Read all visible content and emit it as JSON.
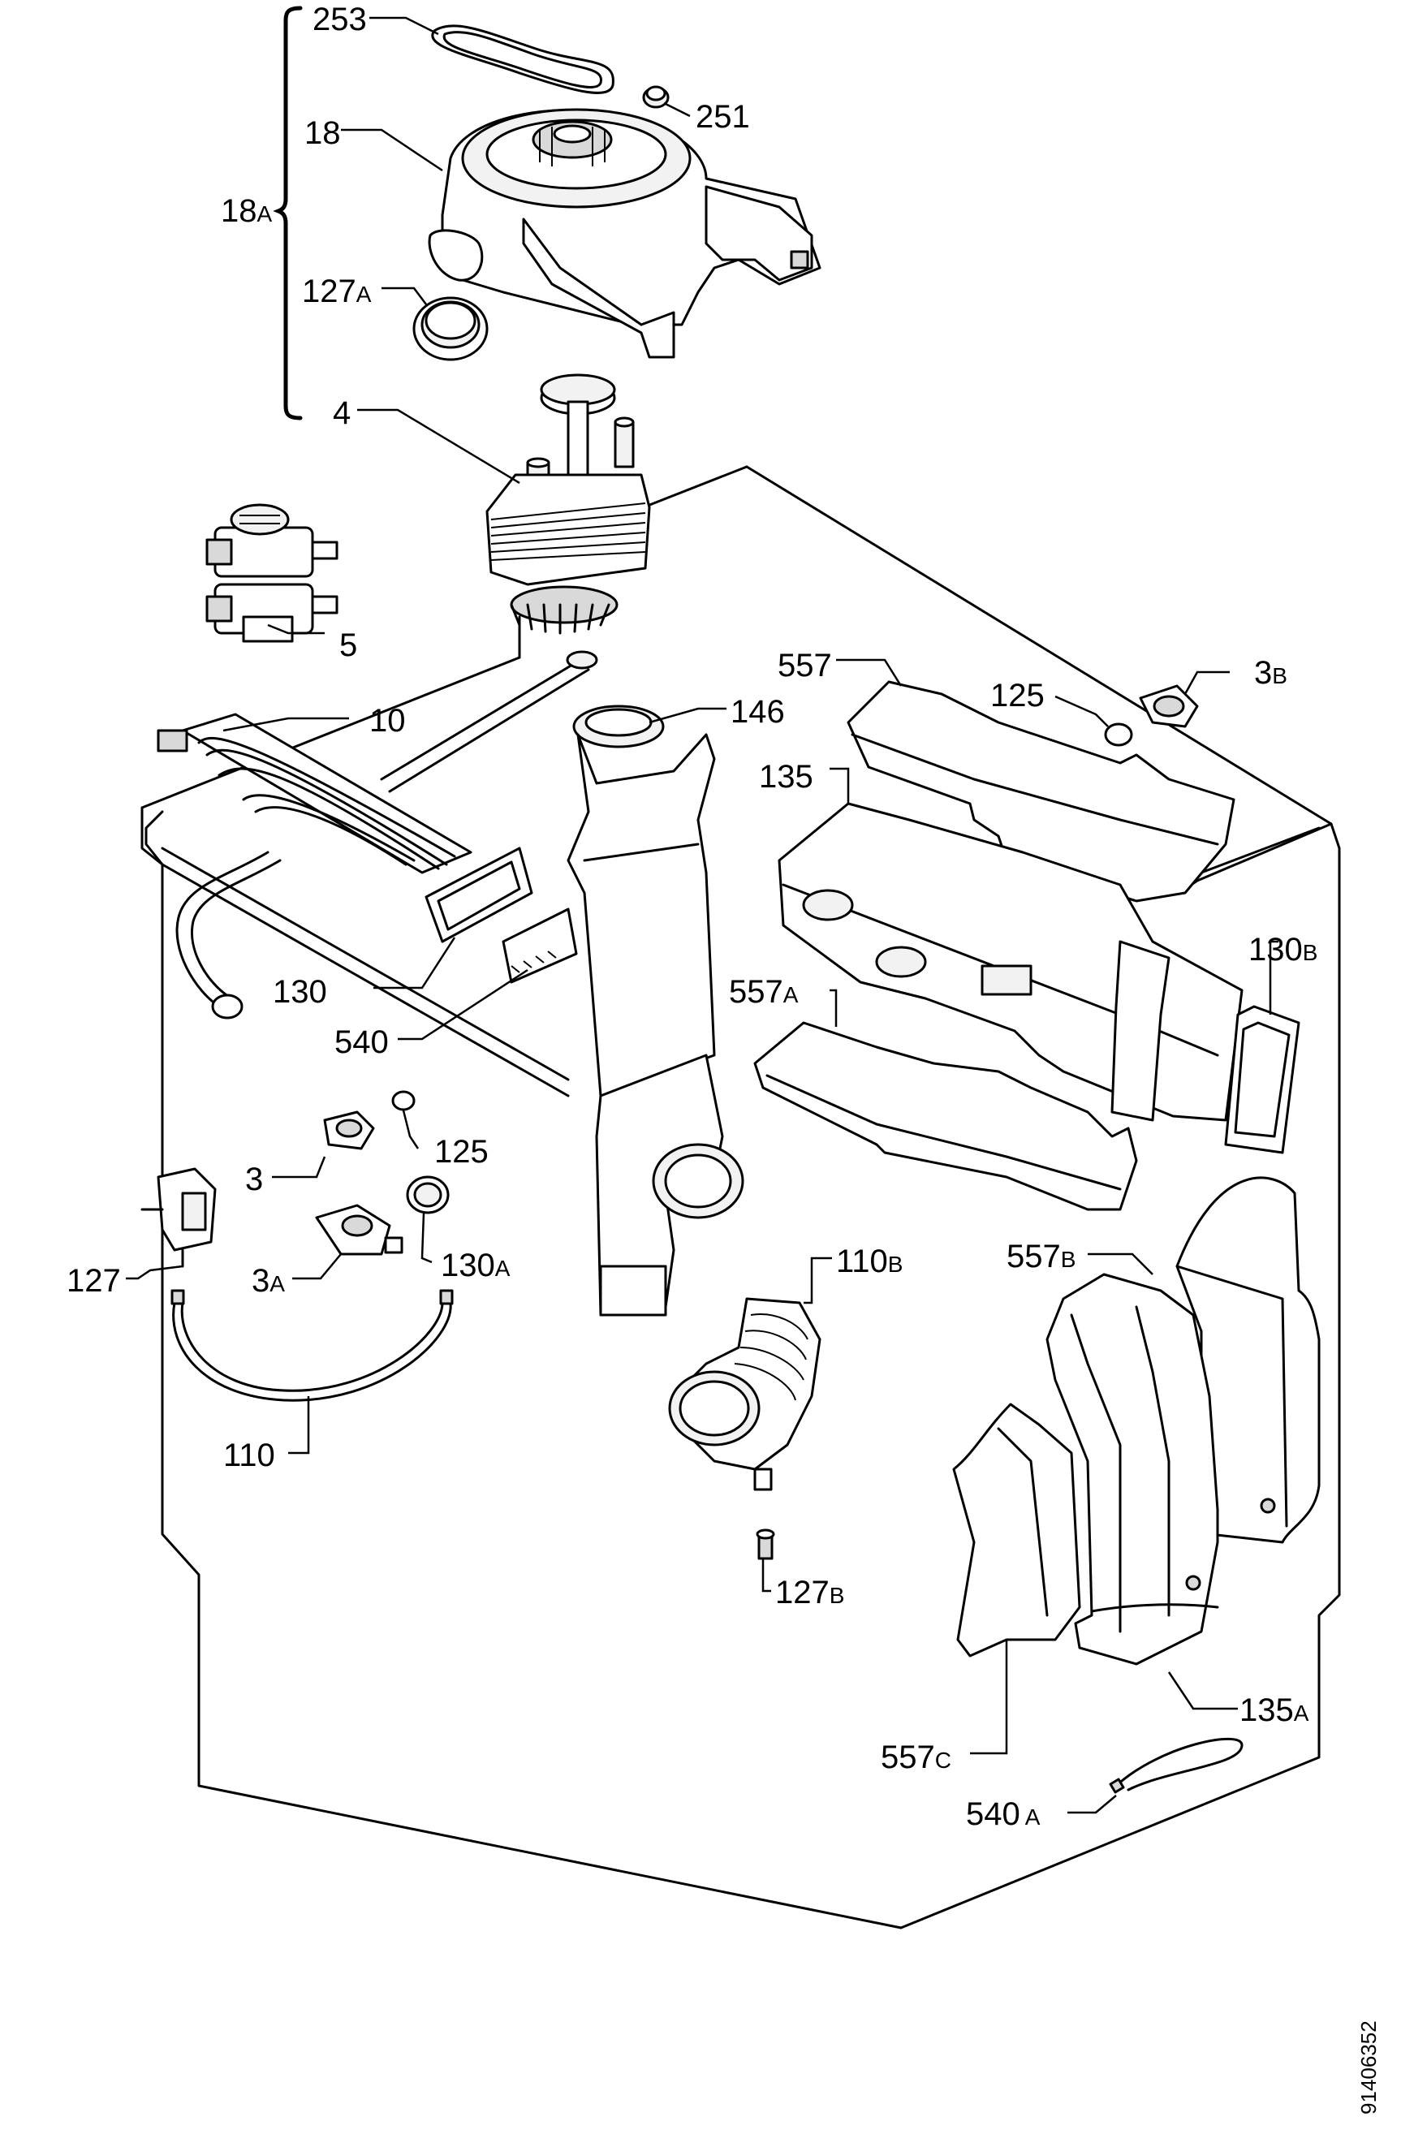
{
  "labels": {
    "p253": "253",
    "p251": "251",
    "p18": "18",
    "p18a_num": "18",
    "p18a_suf": "A",
    "p127a_num": "127",
    "p127a_suf": "A",
    "p4": "4",
    "p5": "5",
    "p557": "557",
    "p125_top": "125",
    "p3b_num": "3",
    "p3b_suf": "B",
    "p10": "10",
    "p146": "146",
    "p135": "135",
    "p130b_num": "130",
    "p130b_suf": "B",
    "p130": "130",
    "p557a_num": "557",
    "p557a_suf": "A",
    "p540": "540",
    "p125": "125",
    "p3": "3",
    "p130a_num": "130",
    "p130a_suf": "A",
    "p127": "127",
    "p3a_num": "3",
    "p3a_suf": "A",
    "p110b_num": "110",
    "p110b_suf": "B",
    "p557b_num": "557",
    "p557b_suf": "B",
    "p110": "110",
    "p127b_num": "127",
    "p127b_suf": "B",
    "p135a_num": "135",
    "p135a_suf": "A",
    "p557c_num": "557",
    "p557c_suf": "C",
    "p540a_num": "540",
    "p540a_suf": "A"
  },
  "document_number": "91406352"
}
